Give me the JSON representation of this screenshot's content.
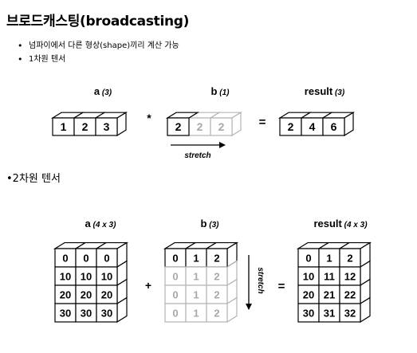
{
  "title": "브로드캐스팅(broadcasting)",
  "bullets": [
    "넘파이에서 다른 형상(shape)끼리 계산 가능",
    "1차원 텐서"
  ],
  "section2_heading": "•2차원 텐서",
  "diagram1": {
    "a_label": "a",
    "a_shape": "(3)",
    "b_label": "b",
    "b_shape": "(1)",
    "result_label": "result",
    "result_shape": "(3)",
    "a_values": [
      "1",
      "2",
      "3"
    ],
    "b_values": [
      "2",
      "2",
      "2"
    ],
    "result_values": [
      "2",
      "4",
      "6"
    ],
    "op": "*",
    "eq": "=",
    "stretch": "stretch"
  },
  "diagram2": {
    "a_label": "a",
    "a_shape": "(4 x 3)",
    "b_label": "b",
    "b_shape": "(3)",
    "result_label": "result",
    "result_shape": "(4 x 3)",
    "a_values": [
      [
        "0",
        "0",
        "0"
      ],
      [
        "10",
        "10",
        "10"
      ],
      [
        "20",
        "20",
        "20"
      ],
      [
        "30",
        "30",
        "30"
      ]
    ],
    "b_values": [
      [
        "0",
        "1",
        "2"
      ],
      [
        "0",
        "1",
        "2"
      ],
      [
        "0",
        "1",
        "2"
      ],
      [
        "0",
        "1",
        "2"
      ]
    ],
    "result_values": [
      [
        "0",
        "1",
        "2"
      ],
      [
        "10",
        "11",
        "12"
      ],
      [
        "20",
        "21",
        "22"
      ],
      [
        "30",
        "31",
        "32"
      ]
    ],
    "op": "+",
    "eq": "=",
    "stretch": "stretch"
  }
}
